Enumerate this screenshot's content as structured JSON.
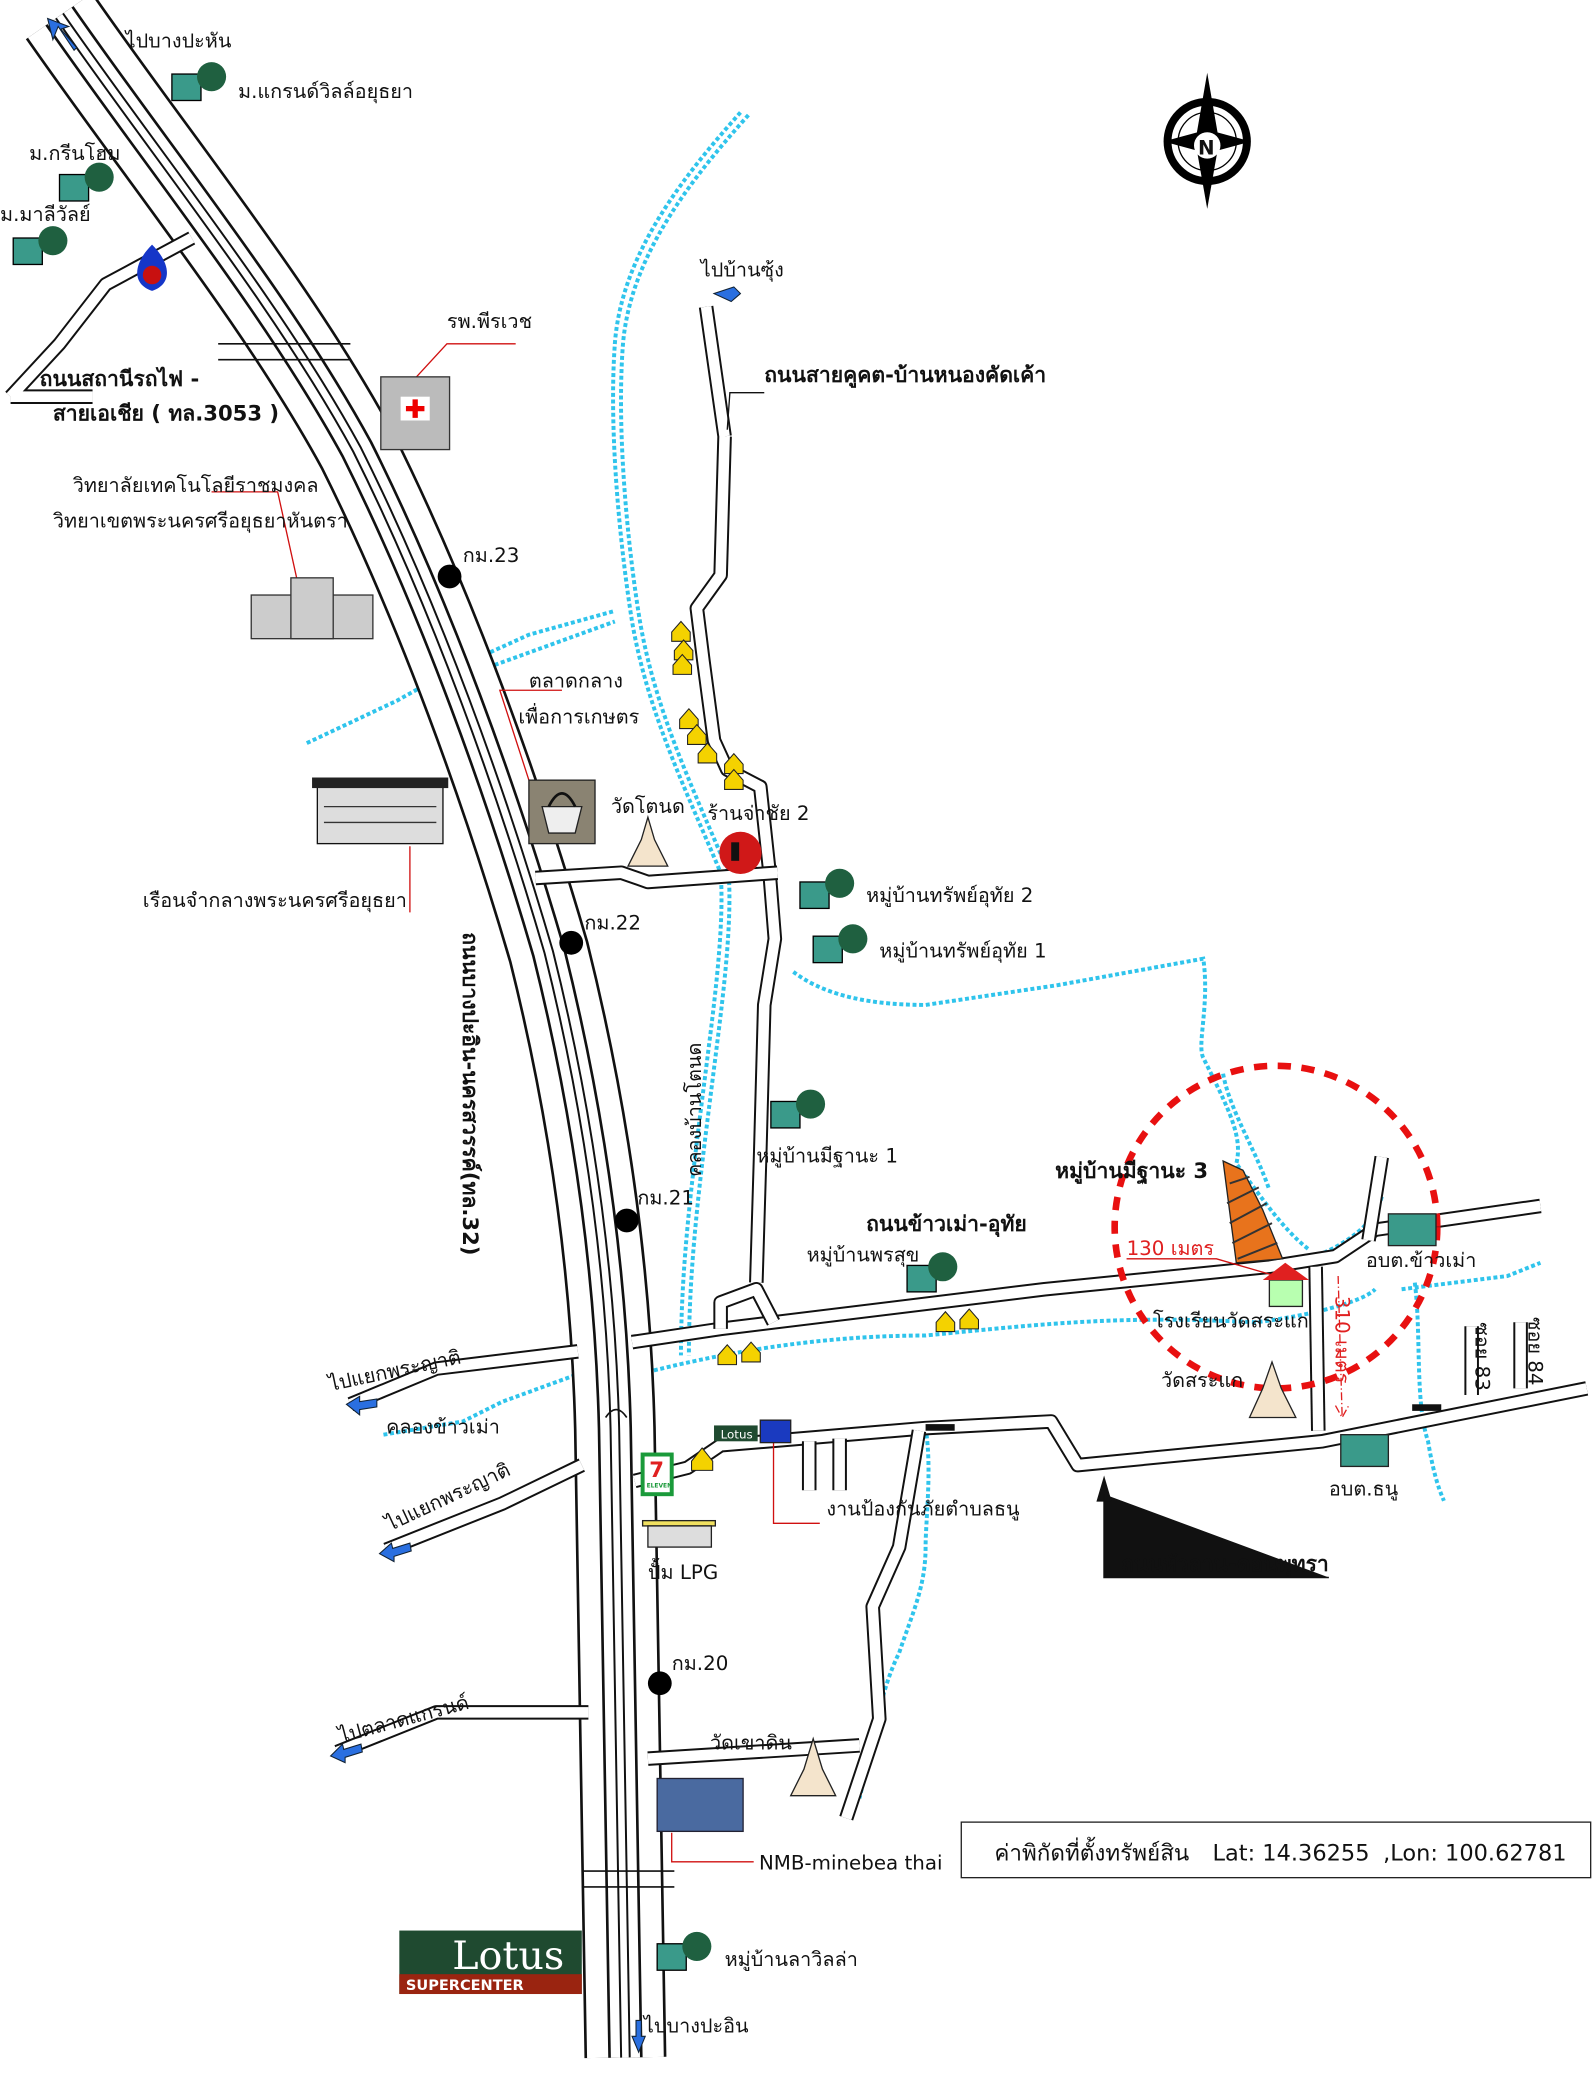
{
  "colors": {
    "road": "#111111",
    "canal": "#2fc4ec",
    "highlight": "#e01010",
    "site": "#e8731c",
    "arrow": "#2a6fe0"
  },
  "labels": {
    "to_bang_pahan": "ไปบางปะหัน",
    "grand_ville": "ม.แกรนด์วิลล์อยุธยา",
    "green_home": "ม.กรีนโฮม",
    "malee_wan": "ม.มาลีวัลย์",
    "railway_road_1": "ถนนสถานีรถไฟ -",
    "railway_road_2": "สายเอเชีย ( ทล.3053 )",
    "hospital": "รพ.พีรเวช",
    "college_1": "วิทยาลัยเทคโนโลยีราชมงคล",
    "college_2": "วิทยาเขตพระนครศรีอยุธยาหันตรา",
    "km23": "กม.23",
    "km22": "กม.22",
    "km21": "กม.21",
    "km20": "กม.20",
    "market_1": "ตลาดกลาง",
    "market_2": "เพื่อการเกษตร",
    "prison": "เรือนจำกลางพระนครศรีอยุธยา",
    "wat_tanod": "วัดโตนด",
    "ran_jachai": "ร้านจ่าชัย 2",
    "to_ban_sung": "ไปบ้านซุ้ง",
    "khukhot_road": "ถนนสายคูคต-บ้านหนองคัดเค้า",
    "saputhai_2": "หมู่บ้านทรัพย์อุทัย 2",
    "saputhai_1": "หมู่บ้านทรัพย์อุทัย 1",
    "highway_32": "ถนนบางปะอิน-นครสวรรค์(ทล.32)",
    "khlong_ban_tanod": "คลองบ้านโตนด",
    "meethana_1": "หมู่บ้านมีฐานะ 1",
    "khaomao_road": "ถนนข้าวเม่า-อุทัย",
    "pornsuk": "หมู่บ้านพรสุข",
    "meethana_3": "หมู่บ้านมีฐานะ 3",
    "dist_130": "130 เมตร",
    "dist_310": "310 เมตร",
    "obt_khaomao": "อบต.ข้าวเม่า",
    "school": "โรงเรียนวัดสระแก",
    "wat_srakae": "วัดสระแก",
    "soi_83": "ซอย 83",
    "soi_84": "ซอย 84",
    "obt_thanu": "อบต.ธนู",
    "to_phraya_1": "ไปแยกพระญาติ",
    "khlong_khaomao": "คลองข้าวเม่า",
    "to_phraya_2": "ไปแยกพระญาติ",
    "disaster_unit": "งานป้องกันภัยตำบลธนู",
    "lpg": "ปั้ม LPG",
    "hualan_road": "ถนนหัวลาน-ดอนพุทรา",
    "to_grand_market": "ไปตลาดแกรนด์",
    "wat_khaodin": "วัดเขาดิน",
    "nmb": "NMB-minebea thai",
    "lavilla": "หมู่บ้านลาวิลล่า",
    "to_bang_pain": "ไปบางปะอิน",
    "seven_eleven": "ELEVEN",
    "lotus_small": "Lotus"
  },
  "coordinates": {
    "label": "ค่าพิกัดที่ตั้งทรัพย์สิน",
    "lat": "Lat: 14.36255",
    "lon": ",Lon: 100.62781"
  },
  "lotus_logo": {
    "name": "Lotus",
    "sub": "SUPERCENTER"
  },
  "compass": {
    "letter": "N"
  }
}
